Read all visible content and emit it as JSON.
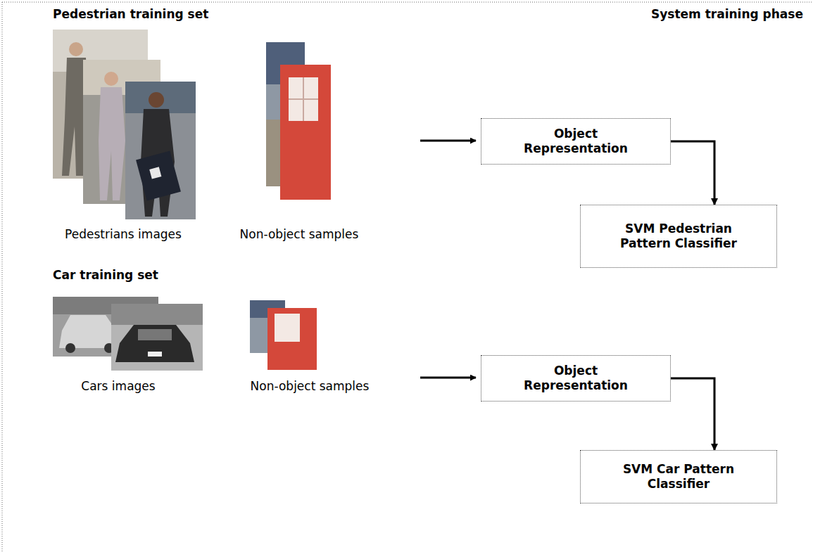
{
  "diagram": {
    "title": "System training phase",
    "nodes": [
      {
        "text": [
          "Object Representation"
        ]
      },
      {
        "text": [
          "SVM Pedestrian Pattern Classifier"
        ]
      },
      {
        "text": [
          "Object Representation"
        ]
      },
      {
        "text": [
          "SVM Car Pattern Classifier"
        ]
      }
    ],
    "edges": [
      {
        "from": 0,
        "to": 1,
        "arrow": "to"
      },
      {
        "from": 2,
        "to": 3,
        "arrow": "to"
      }
    ],
    "labels": [
      "Pedestrian training set",
      "Pedestrians images",
      "Non-object samples",
      "Car training set",
      "Cars images",
      "Non-object samples"
    ]
  }
}
